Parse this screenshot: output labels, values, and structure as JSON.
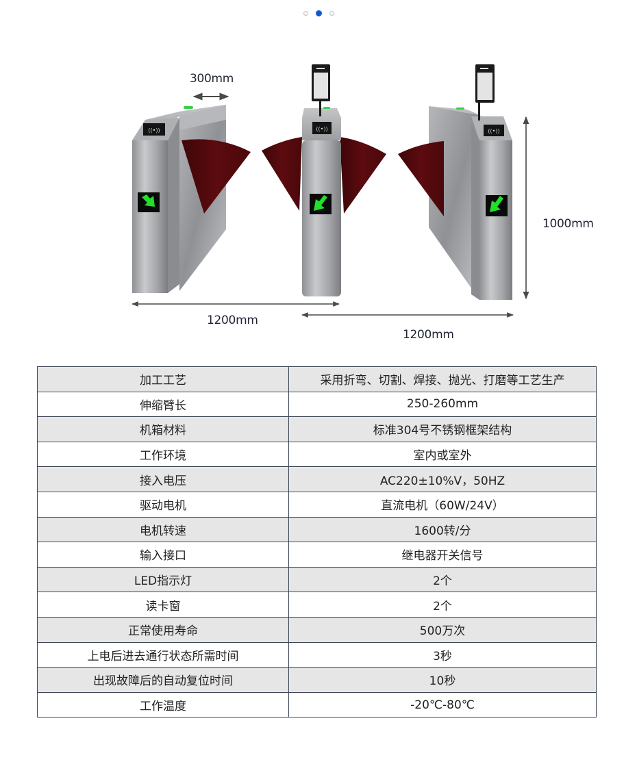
{
  "carousel": {
    "count": 3,
    "active_index": 1,
    "active_color": "#1457d0",
    "inactive_color": "#bdbdbd"
  },
  "figure": {
    "dimensions": {
      "width_top": "300mm",
      "height": "1000mm",
      "length_left": "1200mm",
      "length_right": "1200mm"
    },
    "colors": {
      "flap": "#5a0b0e",
      "steel": "#a9abae",
      "arrow": "#22e02a",
      "panel": "#0b0b0b"
    }
  },
  "specs": {
    "rows": [
      {
        "label": "加工工艺",
        "value": "采用折弯、切割、焊接、抛光、打磨等工艺生产"
      },
      {
        "label": "伸缩臂长",
        "value": "250-260mm"
      },
      {
        "label": "机箱材料",
        "value": "标准304号不锈钢框架结构"
      },
      {
        "label": "工作环境",
        "value": "室内或室外"
      },
      {
        "label": "接入电压",
        "value": "AC220±10%V，50HZ"
      },
      {
        "label": "驱动电机",
        "value": "直流电机（60W/24V）"
      },
      {
        "label": "电机转速",
        "value": "1600转/分"
      },
      {
        "label": "输入接口",
        "value": "继电器开关信号"
      },
      {
        "label": "LED指示灯",
        "value": "2个"
      },
      {
        "label": "读卡窗",
        "value": "2个"
      },
      {
        "label": "正常使用寿命",
        "value": "500万次"
      },
      {
        "label": "上电后进去通行状态所需时间",
        "value": "3秒"
      },
      {
        "label": "出现故障后的自动复位时间",
        "value": "10秒"
      },
      {
        "label": "工作温度",
        "value": "-20℃-80℃"
      }
    ]
  }
}
